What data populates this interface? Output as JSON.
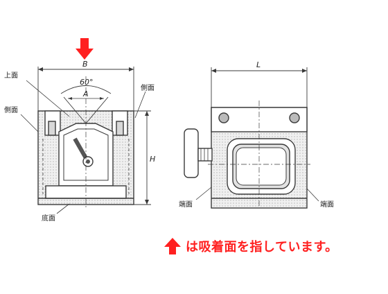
{
  "colors": {
    "line": "#3a3a3a",
    "fill": "#e8e8e8",
    "accent": "#ff2020"
  },
  "front_view": {
    "dim_width": "B",
    "dim_height": "H",
    "angle_label": "60°",
    "inner_angle_label": "A",
    "labels": {
      "top_face": "上面",
      "side_face_left": "側面",
      "side_face_right": "側面",
      "bottom_face": "底面"
    }
  },
  "side_view": {
    "dim_length": "L",
    "labels": {
      "end_face_left": "端面",
      "end_face_right": "端面"
    }
  },
  "note": {
    "icon": "up-arrow-icon",
    "text": "は吸着面を指しています。"
  }
}
